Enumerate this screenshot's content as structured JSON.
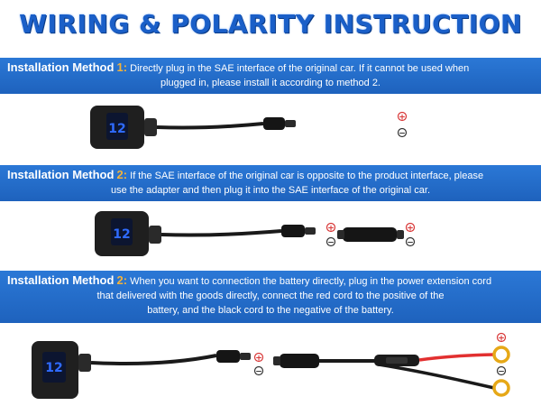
{
  "title": "WIRING & POLARITY INSTRUCTION",
  "method_label": "Installation Method",
  "methods": [
    {
      "number": "1:",
      "line1": "Directly plug in the SAE interface of the original car. If it cannot be used when",
      "line2": "plugged in, please install it according to method 2."
    },
    {
      "number": "2:",
      "line1": "If the SAE interface of the original car is opposite to the product interface, please",
      "line2": "use the adapter and then plug it into the SAE  interface of the original car."
    },
    {
      "number": "2:",
      "line1": "When you want to connection the battery directly, plug in the power extension cord",
      "line2": "that delivered with the goods directly, connect the red cord to the positive of the",
      "line3": "battery, and the black cord to the negative of the battery."
    }
  ],
  "display_reading": "12",
  "polarity": {
    "positive": "+",
    "negative": "−"
  },
  "colors": {
    "band": "#1e62bd",
    "number": "#f3b23a",
    "title": "#1a5fc8",
    "display": "#2f6bff",
    "red_wire": "#e23030",
    "terminal": "#e6a817"
  }
}
